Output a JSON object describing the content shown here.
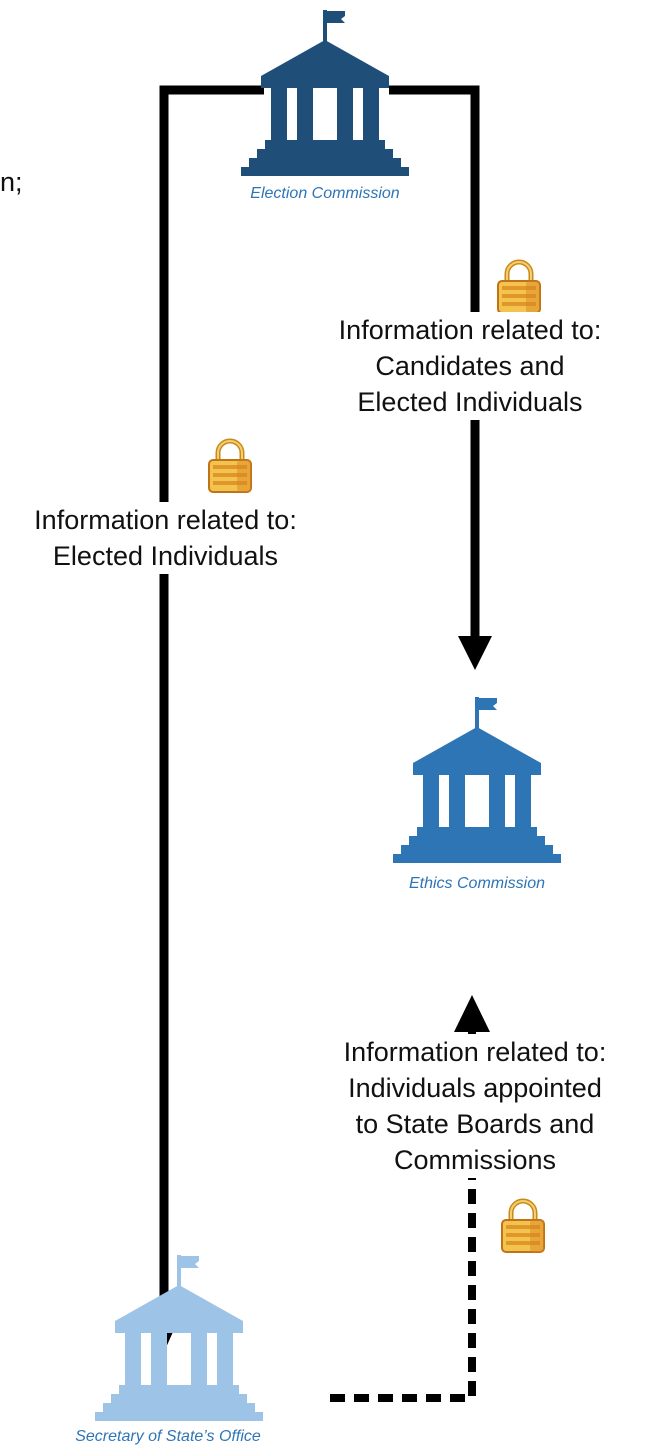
{
  "left_fragment": "n;",
  "nodes": {
    "election": {
      "caption": "Election Commission",
      "color": "#1f4e79",
      "icon": "government-building-icon"
    },
    "ethics": {
      "caption": "Ethics Commission",
      "color": "#2e75b6",
      "icon": "government-building-icon"
    },
    "sos": {
      "caption": "Secretary of State’s Office",
      "color": "#9dc3e6",
      "icon": "government-building-icon"
    }
  },
  "edges": {
    "election_to_ethics": {
      "line1": "Information related to:",
      "line2": "Candidates and",
      "line3": "Elected Individuals",
      "style": "solid"
    },
    "election_to_sos": {
      "line1": "Information related to:",
      "line2": "Elected Individuals",
      "style": "solid"
    },
    "sos_to_ethics": {
      "line1": "Information related to:",
      "line2": "Individuals appointed",
      "line3": "to State Boards and",
      "line4": "Commissions",
      "style": "dashed"
    }
  },
  "lock_icon": "padlock-icon",
  "lock_color": "#e0a92a"
}
